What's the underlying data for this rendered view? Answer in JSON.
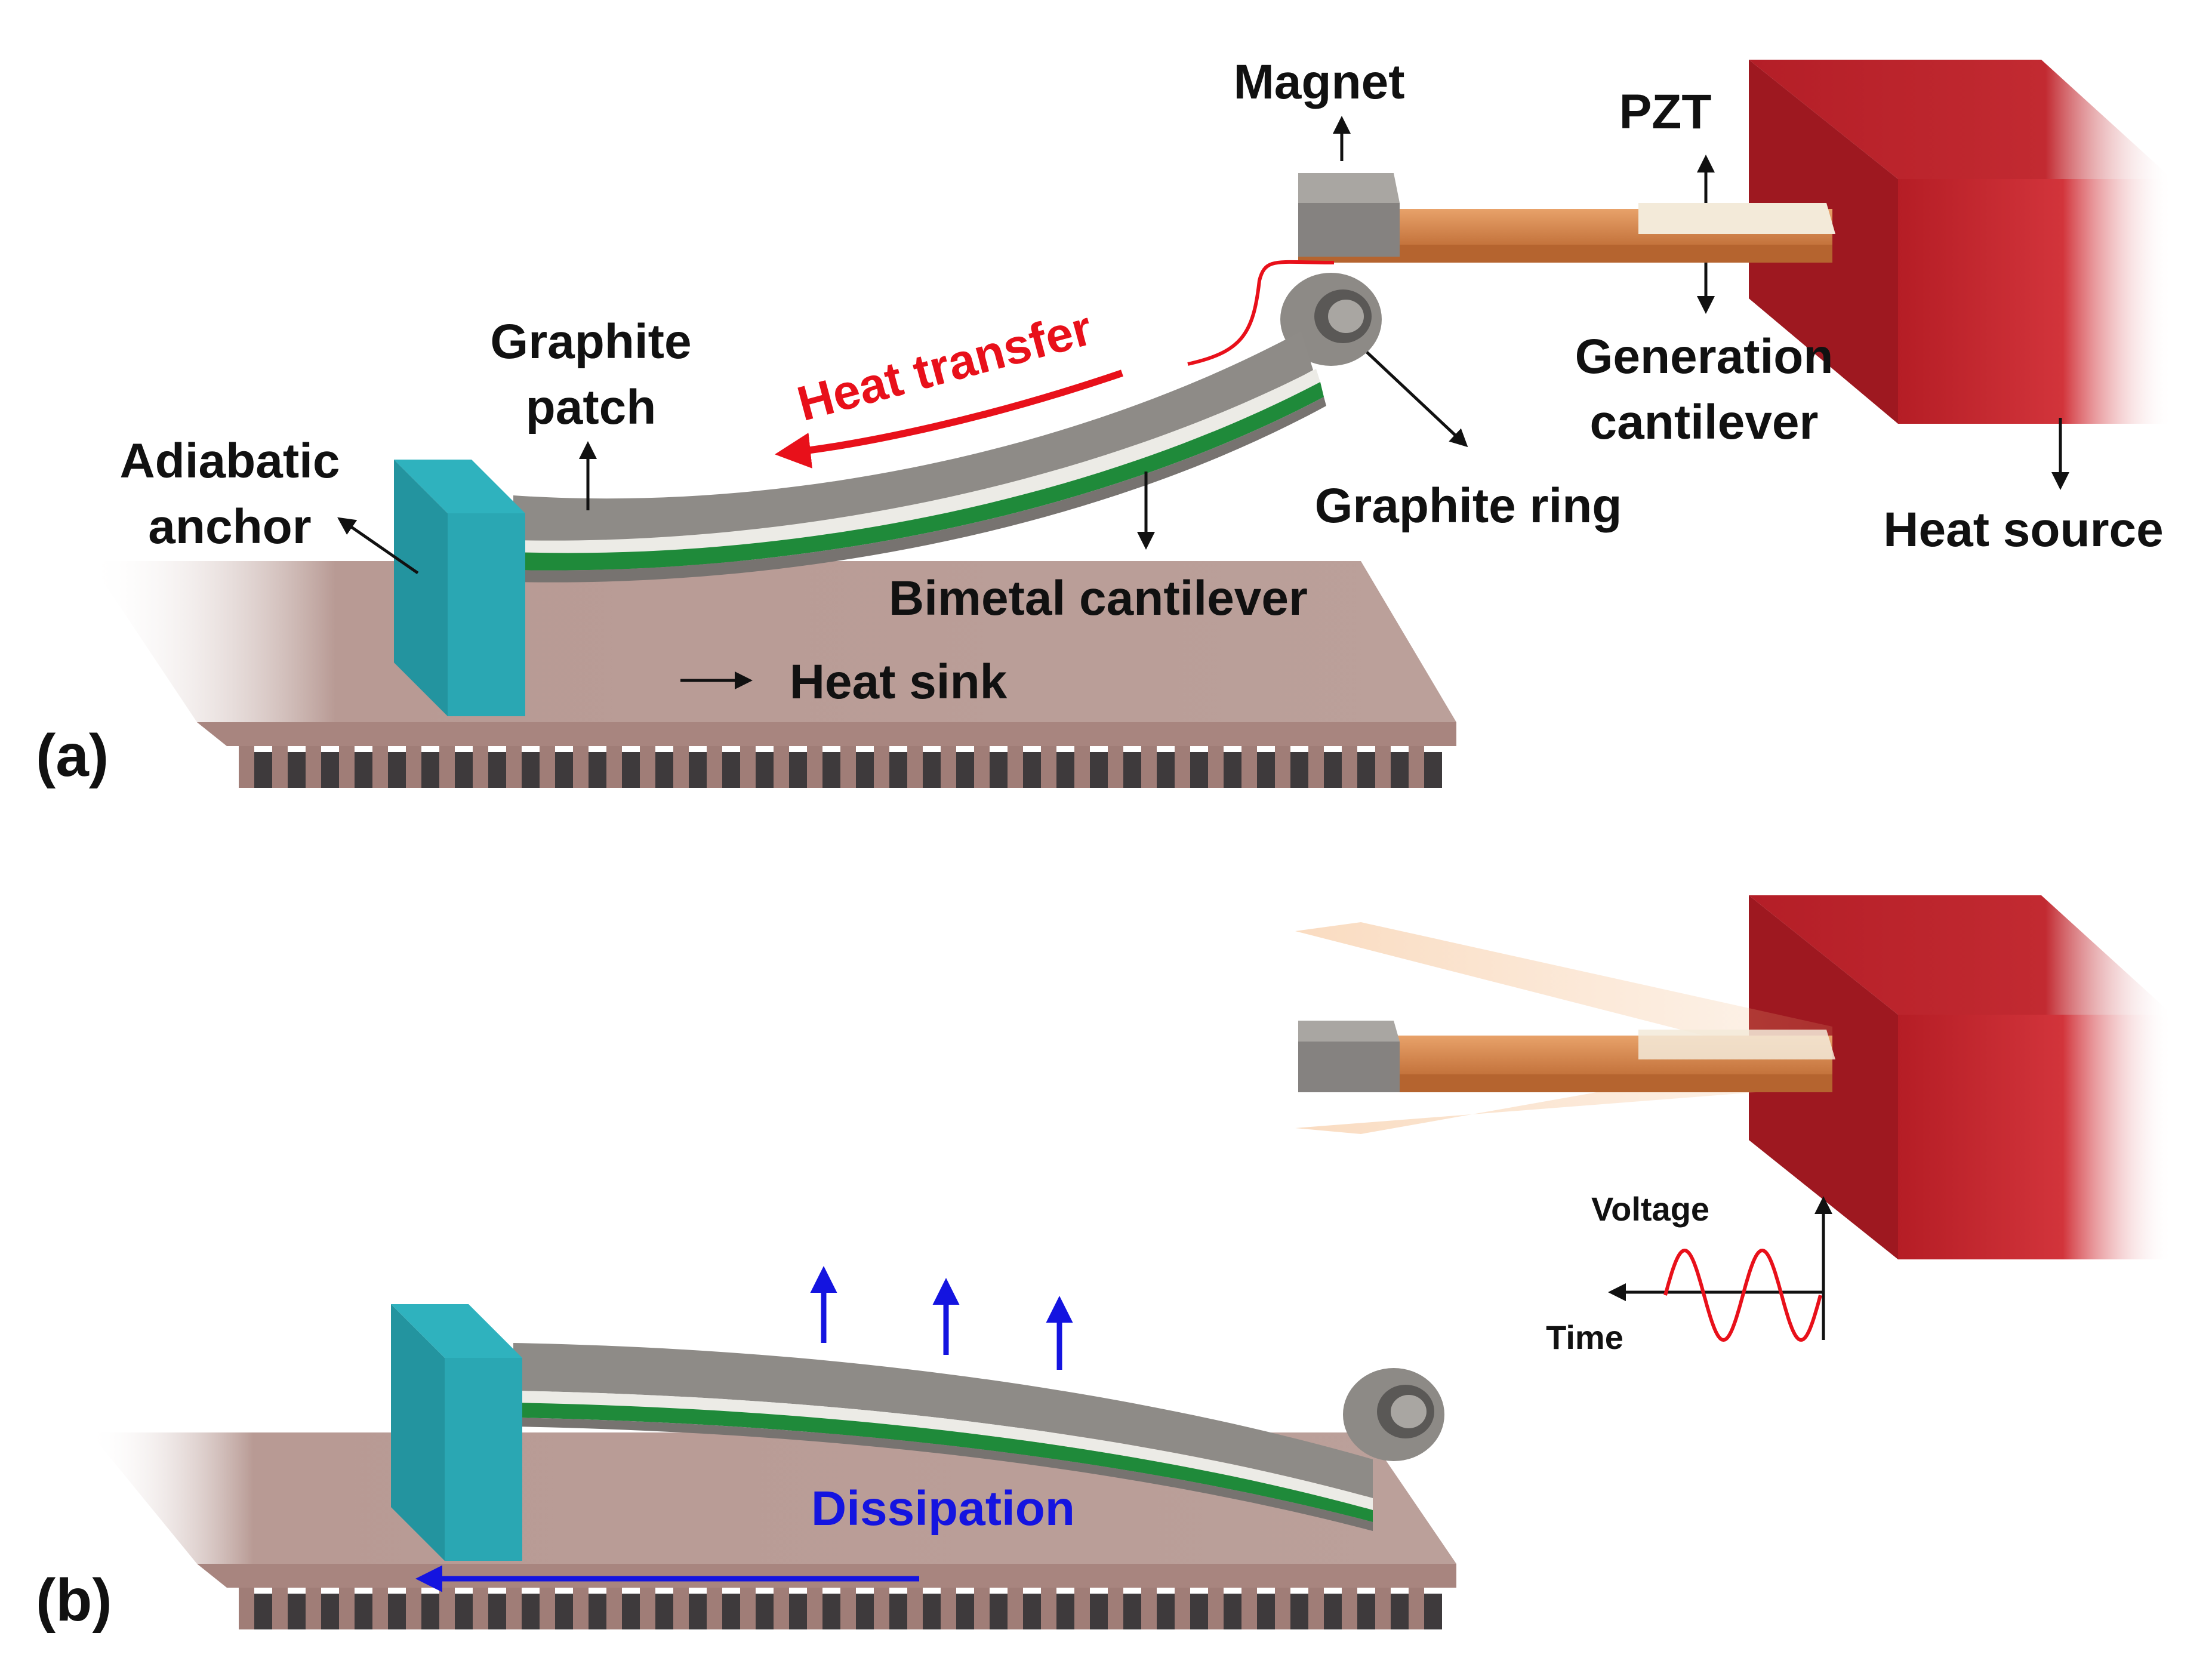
{
  "panels": {
    "a": {
      "tag": "(a)",
      "labels": {
        "magnet": "Magnet",
        "pzt": "PZT",
        "graphite_patch": [
          "Graphite",
          "patch"
        ],
        "adiabatic_anchor": [
          "Adiabatic",
          "anchor"
        ],
        "heat_transfer": "Heat transfer",
        "generation_cantilever": [
          "Generation",
          "cantilever"
        ],
        "graphite_ring": "Graphite ring",
        "heat_source": "Heat source",
        "bimetal_cantilever": "Bimetal cantilever",
        "heat_sink": "Heat sink"
      }
    },
    "b": {
      "tag": "(b)",
      "labels": {
        "dissipation": "Dissipation",
        "voltage": "Voltage",
        "time": "Time"
      }
    }
  },
  "colors": {
    "heat_transfer": "#e8101a",
    "dissipation": "#1414e0",
    "anchor": "#2aa7b3",
    "heat_source": "#c4222a",
    "heat_sink": "#b89a94",
    "bimetal_green": "#1f8a3a",
    "generation_cantilever": "#d98a4e",
    "graphite": "#8f8c88"
  },
  "icons": [
    "up-arrow-icon",
    "down-arrow-icon",
    "diagonal-arrow-icon",
    "right-arrow-icon",
    "left-arrow-icon",
    "sine-wave-icon"
  ]
}
